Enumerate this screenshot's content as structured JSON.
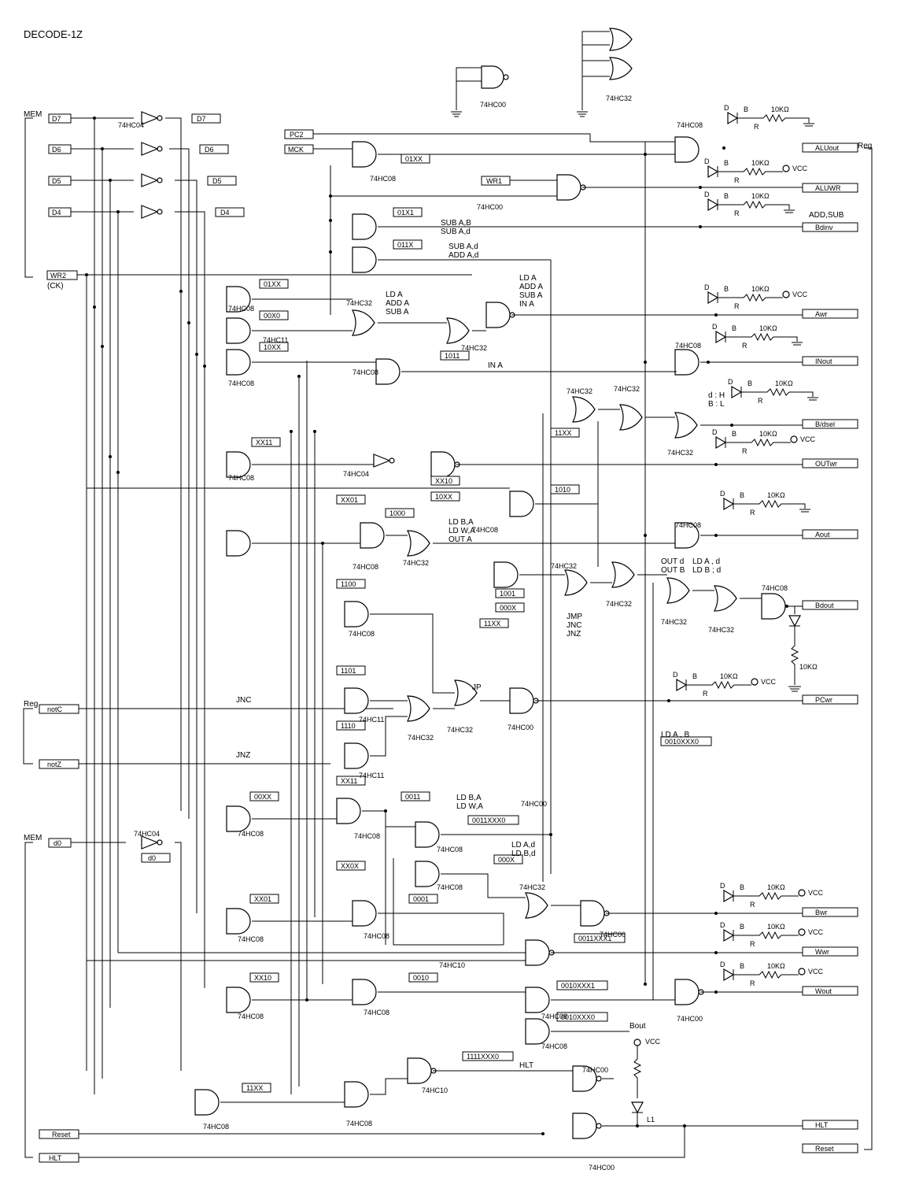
{
  "title": "DECODE-1Z",
  "left_group_labels": {
    "mem_top": "MEM",
    "reg": "Reg",
    "mem_bottom": "MEM",
    "ck": "(CK)"
  },
  "left_signals": [
    "D7",
    "D6",
    "D5",
    "D4",
    "WR2",
    "notC",
    "notZ",
    "d0",
    "Reset_",
    "HLT_"
  ],
  "top_inputs": [
    "PC2",
    "MCK",
    "WR1"
  ],
  "right_signals": [
    "ALUout",
    "ALUWR_",
    "Bdinv",
    "Awr_",
    "INout",
    "B/dsel",
    "OUTwr_",
    "Aout",
    "Bdout",
    "PCwr_",
    "Bwr_",
    "Wwr_",
    "Wout_",
    "HLT_",
    "Reset_"
  ],
  "right_group_label": "Reg",
  "inverted_outputs": [
    "D7_",
    "D6_",
    "D5_",
    "D4_",
    "d0_"
  ],
  "decode_patterns": [
    "01XX",
    "01X1",
    "011X",
    "01XX",
    "00X0",
    "10XX",
    "1011",
    "XX11",
    "11XX",
    "XX10",
    "10XX",
    "1010",
    "1000",
    "XX01",
    "1100",
    "1001",
    "000X",
    "11XX",
    "1101",
    "1110",
    "00XX",
    "XX11",
    "0011",
    "0011XXX0",
    "XX0X",
    "000X",
    "XX01",
    "0001",
    "0011XXX1",
    "XX10",
    "0010",
    "0010XXX1",
    "0010XXX0",
    "1111XXX0",
    "11XX",
    "0010XXX0"
  ],
  "ic_parts": [
    "74HC04",
    "74HC08",
    "74HC32",
    "74HC00",
    "74HC11",
    "74HC10"
  ],
  "annotations": [
    "SUB A,B",
    "SUB A,d",
    "SUB A,d",
    "ADD A,d",
    "LD A",
    "ADD A",
    "SUB A",
    "LD A",
    "ADD A",
    "SUB A",
    "IN A",
    "IN A",
    "d : H",
    "B : L",
    "LD B,A",
    "LD W,A",
    "OUT A",
    "OUT d",
    "OUT B",
    "LD A , d",
    "LD B ; d",
    "JMP",
    "JNC",
    "JNZ",
    "JP",
    "LD A , B",
    "LD B,A",
    "LD W,A",
    "LD A,d",
    "LD B,d",
    "HLT",
    "Bout",
    "ADD,SUB",
    "JNC",
    "JNZ"
  ],
  "components": {
    "diode": "D",
    "led_label": "B",
    "resistor": "R",
    "resistor_value": "10KΩ",
    "supply": "VCC",
    "led_hlt": "L1"
  }
}
